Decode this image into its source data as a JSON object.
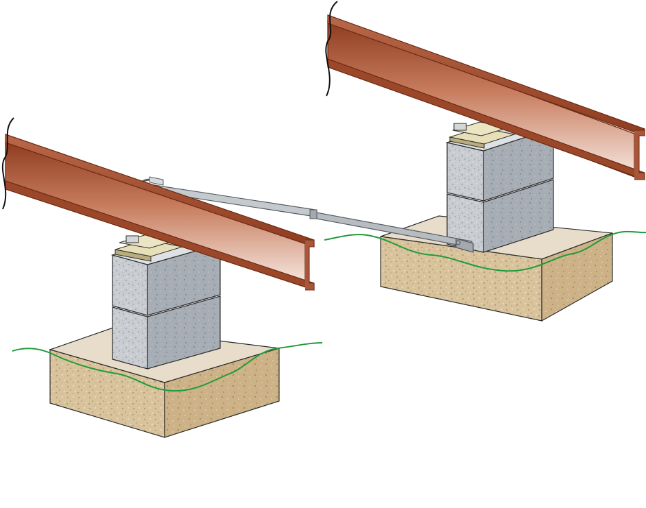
{
  "colors": {
    "background": "#ffffff",
    "beam_light": "#f3ddd3",
    "beam_mid": "#c77c5d",
    "beam_dark": "#8e3b1f",
    "beam_outline": "#6b2a14",
    "block_face": "#c9cdd2",
    "block_side": "#9ea4ab",
    "block_top": "#dfe2e5",
    "block_outline": "#2b2b2b",
    "shim": "#e7dfb8",
    "shim_dark": "#b9ad7b",
    "footing_top": "#e8dccb",
    "footing_side": "#d9c7a4",
    "footing_front": "#ccb48c",
    "ground_line": "#1e9b3a",
    "strap": "#b7bcc1",
    "strap_outline": "#555b61"
  },
  "items": [
    {
      "id": "beam-left",
      "icon": "steel-i-beam-icon"
    },
    {
      "id": "beam-right",
      "icon": "steel-i-beam-icon"
    },
    {
      "id": "pier-left",
      "icon": "concrete-block-pier-icon"
    },
    {
      "id": "pier-right",
      "icon": "concrete-block-pier-icon"
    },
    {
      "id": "footing-left",
      "icon": "concrete-footing-icon"
    },
    {
      "id": "footing-right",
      "icon": "concrete-footing-icon"
    },
    {
      "id": "cross-brace",
      "icon": "diagonal-strap-brace-icon"
    }
  ]
}
